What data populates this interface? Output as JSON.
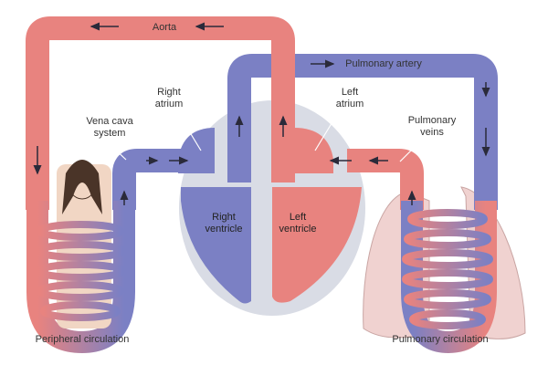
{
  "labels": {
    "aorta": "Aorta",
    "pulmonary_artery": "Pulmonary artery",
    "right_atrium": [
      "Right",
      "atrium"
    ],
    "left_atrium": [
      "Left",
      "atrium"
    ],
    "vena_cava": [
      "Vena cava",
      "system"
    ],
    "pulmonary_veins": [
      "Pulmonary",
      "veins"
    ],
    "right_ventricle": [
      "Right",
      "ventricle"
    ],
    "left_ventricle": [
      "Left",
      "ventricle"
    ],
    "peripheral": "Peripheral circulation",
    "pulmonary_circ": "Pulmonary circulation"
  },
  "colors": {
    "oxygenated": "#e8837f",
    "deoxygenated": "#7b80c4",
    "heart_backdrop": "#d9dce5",
    "lung": "#f0d2d0",
    "arrow": "#2a2a3a"
  }
}
